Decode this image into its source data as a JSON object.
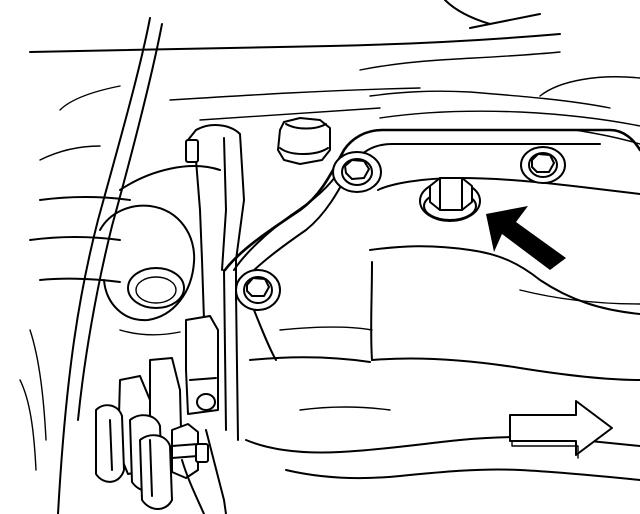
{
  "illustration": {
    "style": "black line drawing on white",
    "ink_color": "#000000",
    "paper_color": "#ffffff"
  },
  "callouts": {
    "pointer_arrow": {
      "icon": "solid-arrow-pointing-to-bolt",
      "color": "#000000"
    },
    "direction_arrow": {
      "icon": "outline-arrow-pointing-right",
      "fill": "#ffffff",
      "stroke": "#000000"
    }
  }
}
